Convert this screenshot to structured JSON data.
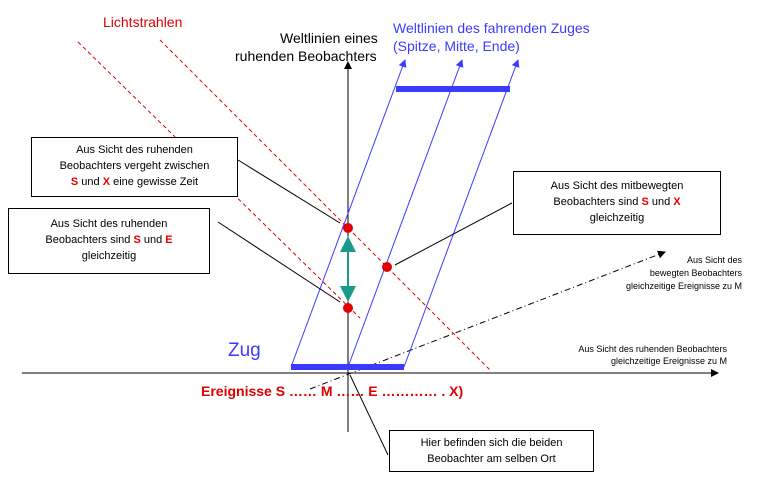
{
  "labels": {
    "light_rays": "Lichtstrahlen",
    "worldline_rest_1": "Weltlinien eines",
    "worldline_rest_2": "ruhenden Beobachters",
    "worldline_train_1": "Weltlinien des fahrenden Zuges",
    "worldline_train_2": "(Spitze, Mitte, Ende)",
    "train": "Zug",
    "events": "Ereignisse S …… M …… E ………… . X)",
    "moving_axis_1": "Aus Sicht des",
    "moving_axis_2": "bewegten Beobachters",
    "moving_axis_3": "gleichzeitige Ereignisse zu M",
    "rest_axis_1": "Aus Sicht des ruhenden Beobachters",
    "rest_axis_2": "gleichzeitige Ereignisse zu M"
  },
  "boxes": {
    "time_passes": {
      "line1": "Aus Sicht des ruhenden",
      "line2": "Beobachters vergeht zwischen",
      "s": "S",
      "und": " und ",
      "x": "X",
      "rest": " eine gewisse Zeit"
    },
    "simultaneous_rest": {
      "line1": "Aus Sicht des ruhenden",
      "line2_pre": "Beobachters sind ",
      "s": "S",
      "und": " und ",
      "e": "E",
      "line3": "gleichzeitig"
    },
    "simultaneous_moving": {
      "line1": "Aus Sicht des mitbewegten",
      "line2_pre": "Beobachters sind ",
      "s": "S",
      "und": " und ",
      "x": "X",
      "line3": "gleichzeitig"
    },
    "same_place": {
      "line1": "Hier befinden sich die beiden",
      "line2": "Beobachter am selben Ort"
    }
  },
  "colors": {
    "red": "#e00000",
    "blue": "#3b3bff",
    "teal": "#1a9a8a",
    "black": "#000000"
  }
}
